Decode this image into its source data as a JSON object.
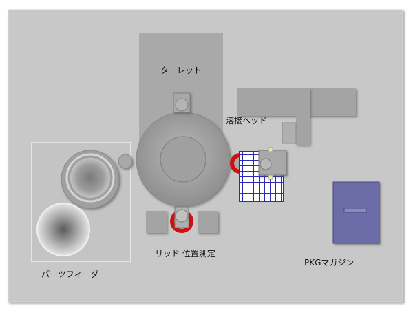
{
  "labels": {
    "turret": "ターレット",
    "welding_head": "溶接ヘッド",
    "lid_position": "リッド 位置測定",
    "parts_feeder": "パーツフィーダー",
    "pkg_magazine": "PKGマガジン"
  },
  "colors": {
    "panel": "#c8c8c8",
    "block": "#a9a9a9",
    "red_ring": "#cc1111",
    "tray_blue": "#2b2bb8",
    "magazine": "#6c6ca8",
    "highlight": "#e8e8a0"
  }
}
